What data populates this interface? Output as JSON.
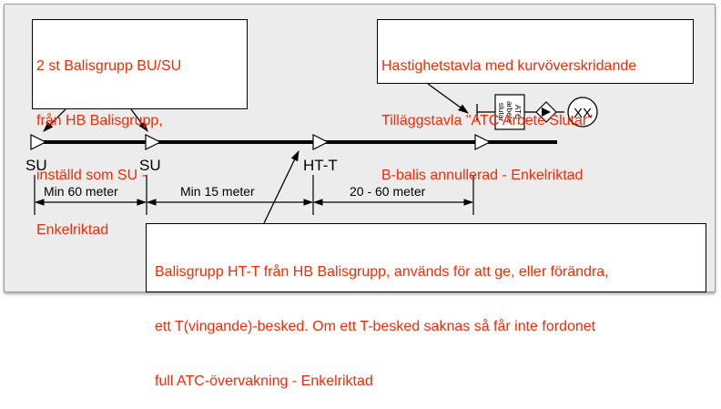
{
  "callouts": {
    "su_group": {
      "lines": [
        "2 st Balisgrupp BU/SU",
        "från HB Balisgrupp,",
        "inställd som SU -",
        "Enkelriktad"
      ]
    },
    "sign": {
      "lines": [
        "Hastighetstavla med kurvöverskridande",
        "Tilläggstavla \"ATC Arbete Slutar\"",
        "B-balis annullerad - Enkelriktad"
      ]
    },
    "htt": {
      "lines": [
        "Balisgrupp HT-T från HB Balisgrupp, används för att ge, eller förändra,",
        "ett T(vingande)-besked. Om ett T-besked saknas så får inte fordonet",
        "full ATC-övervakning - Enkelriktad"
      ]
    }
  },
  "balise_labels": {
    "su1": "SU",
    "su2": "SU",
    "htt": "HT-T"
  },
  "distances": {
    "d1": "Min 60 meter",
    "d2": "Min 15 meter",
    "d3": "20 - 60 meter"
  },
  "sign": {
    "board_lines": [
      "ATC",
      "arbete",
      "slutar"
    ],
    "speed_text": "XX"
  },
  "colors": {
    "callout_text": "#ff2600",
    "background": "#ececec"
  }
}
